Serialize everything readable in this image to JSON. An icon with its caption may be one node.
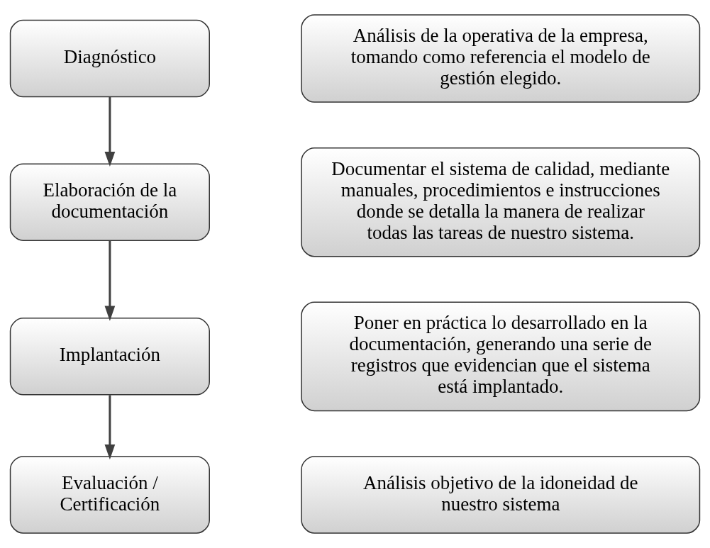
{
  "diagram": {
    "nodes": [
      {
        "text": [
          "Diagnóstico"
        ]
      },
      {
        "text": [
          "Análisis de la operativa de la empresa, tomando como referencia el modelo de gestión elegido."
        ]
      },
      {
        "text": [
          "Elaboración de la documentación"
        ]
      },
      {
        "text": [
          "Documentar el sistema de calidad, mediante manuales, procedimientos e instrucciones donde se detalla la manera de realizar todas las tareas de nuestro sistema."
        ]
      },
      {
        "text": [
          "Implantación"
        ]
      },
      {
        "text": [
          "Poner en práctica lo desarrollado en la documentación, generando una serie de registros que evidencian que el sistema está implantado."
        ]
      },
      {
        "text": [
          "Evaluación / Certificación"
        ]
      },
      {
        "text": [
          "Análisis objetivo de la idoneidad de nuestro sistema"
        ]
      }
    ],
    "edges": [
      {
        "from": 0,
        "to": 2,
        "arrow": "to"
      },
      {
        "from": 2,
        "to": 4,
        "arrow": "to"
      },
      {
        "from": 4,
        "to": 6,
        "arrow": "to"
      }
    ]
  }
}
